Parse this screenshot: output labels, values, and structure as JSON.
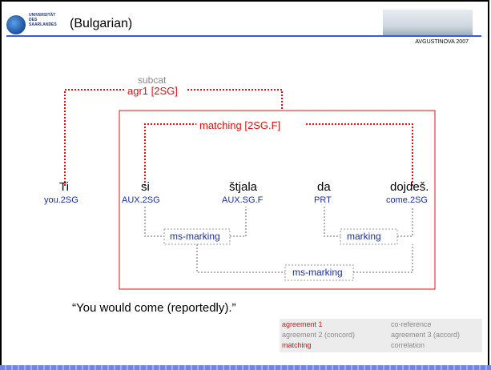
{
  "header": {
    "title": "(Bulgarian)",
    "author": "AVGUSTINOVA 2007",
    "logo_text": [
      "UNIVERSITÄT",
      "DES",
      "SAARLANDES"
    ]
  },
  "diagram": {
    "subcat": "subcat",
    "agr1": "agr1 [2SG]",
    "matching": "matching [2SG.F]",
    "words": [
      {
        "word": "Ti",
        "gloss": "you.2SG"
      },
      {
        "word": "si",
        "gloss": "AUX.2SG"
      },
      {
        "word": "štjala",
        "gloss": "AUX.SG.F"
      },
      {
        "word": "da",
        "gloss": "PRT"
      },
      {
        "word": "dojdeš.",
        "gloss": "come.2SG"
      }
    ],
    "ms_marking_1": "ms-marking",
    "marking": "marking",
    "ms_marking_2": "ms-marking",
    "translation": "“You would come (reportedly).”"
  },
  "legend": {
    "items": [
      {
        "label": "agreement 1",
        "color": "#e01010"
      },
      {
        "label": "co-reference",
        "color": "#8a8a8a"
      },
      {
        "label": "agreement 2 (concord)",
        "color": "#8a8a8a"
      },
      {
        "label": "agreement 3 (accord)",
        "color": "#8a8a8a"
      },
      {
        "label": "matching",
        "color": "#e01010"
      },
      {
        "label": "correlation",
        "color": "#8a8a8a"
      }
    ]
  },
  "colors": {
    "red": "#e01010",
    "blue": "#1a2ea8",
    "accent": "#3b5bd6"
  }
}
